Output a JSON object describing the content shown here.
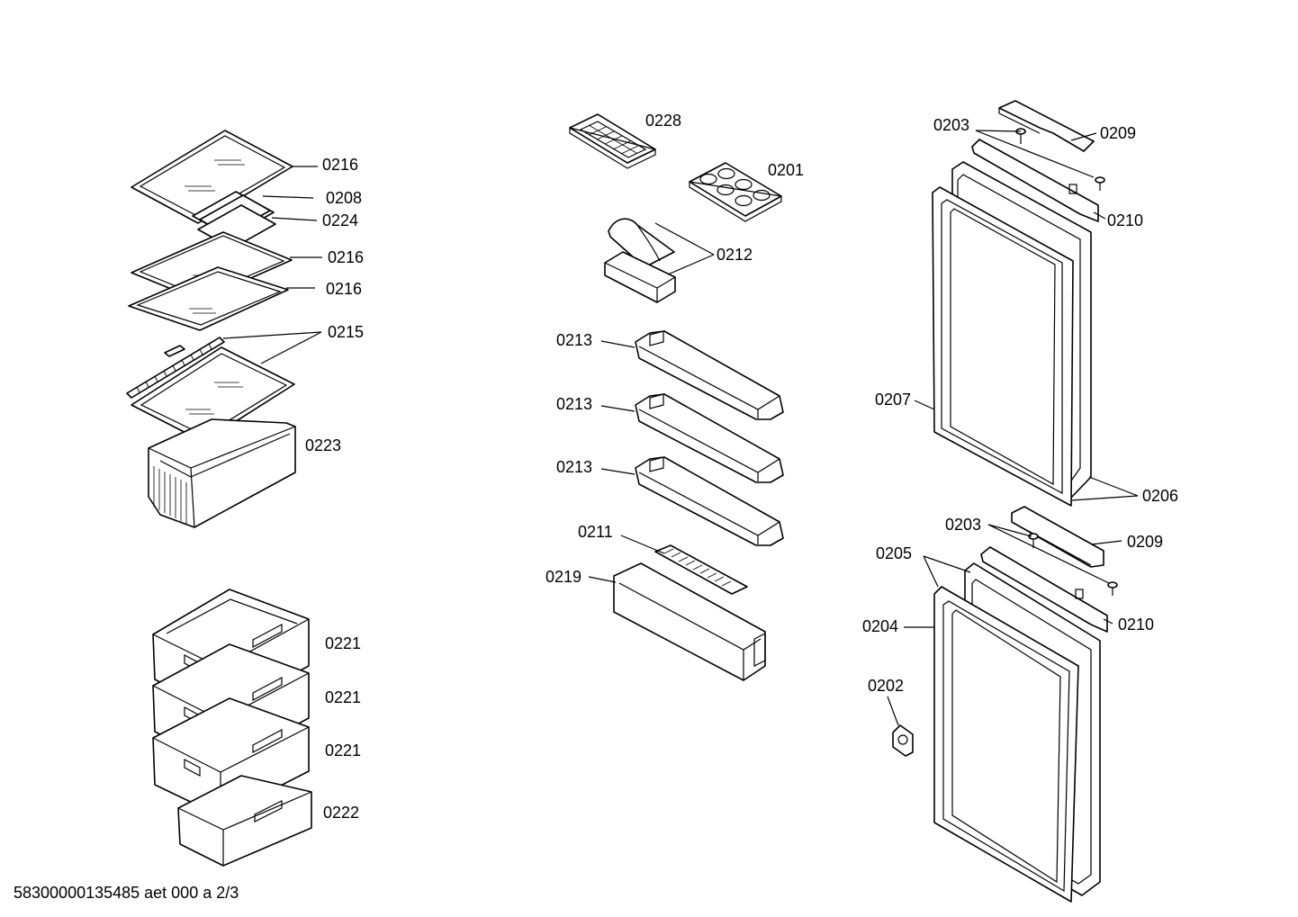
{
  "diagram": {
    "labels": {
      "l0216a": "0216",
      "l0208": "0208",
      "l0224": "0224",
      "l0216b": "0216",
      "l0216c": "0216",
      "l0215": "0215",
      "l0223": "0223",
      "l0221a": "0221",
      "l0221b": "0221",
      "l0221c": "0221",
      "l0222": "0222",
      "l0228": "0228",
      "l0201": "0201",
      "l0212": "0212",
      "l0213a": "0213",
      "l0213b": "0213",
      "l0213c": "0213",
      "l0211": "0211",
      "l0219": "0219",
      "l0203a": "0203",
      "l0209a": "0209",
      "l0210a": "0210",
      "l0207": "0207",
      "l0206": "0206",
      "l0203b": "0203",
      "l0209b": "0209",
      "l0205": "0205",
      "l0210b": "0210",
      "l0204": "0204",
      "l0202": "0202"
    },
    "footer": "58300000135485 aet 000 a 2/3"
  }
}
